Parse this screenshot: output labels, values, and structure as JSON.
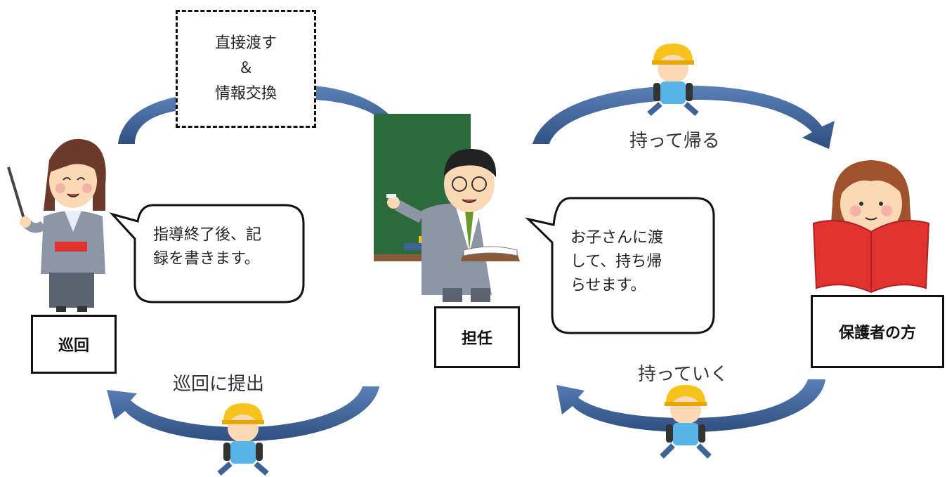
{
  "exchange_box": {
    "text": "直接渡す\n＆\n情報交換"
  },
  "roles": {
    "patrol": {
      "name": "巡回"
    },
    "homeroom": {
      "name": "担任"
    },
    "guardian": {
      "name": "保護者の方"
    }
  },
  "bubbles": {
    "patrol": {
      "text": "指導終了後、記\n録を書きます。"
    },
    "homeroom": {
      "text": "お子さんに渡\nして、持ち帰\nらせます。"
    }
  },
  "flow_labels": {
    "take_home": "持って帰る",
    "bring_back": "持っていく",
    "submit_to_patrol": "巡回に提出"
  },
  "colors": {
    "arrow": "#3f6396",
    "blackboard": "#2d6a3b",
    "book_red": "#e0322e",
    "helmet": "#f6c21c",
    "suit": "#8c96a6"
  }
}
